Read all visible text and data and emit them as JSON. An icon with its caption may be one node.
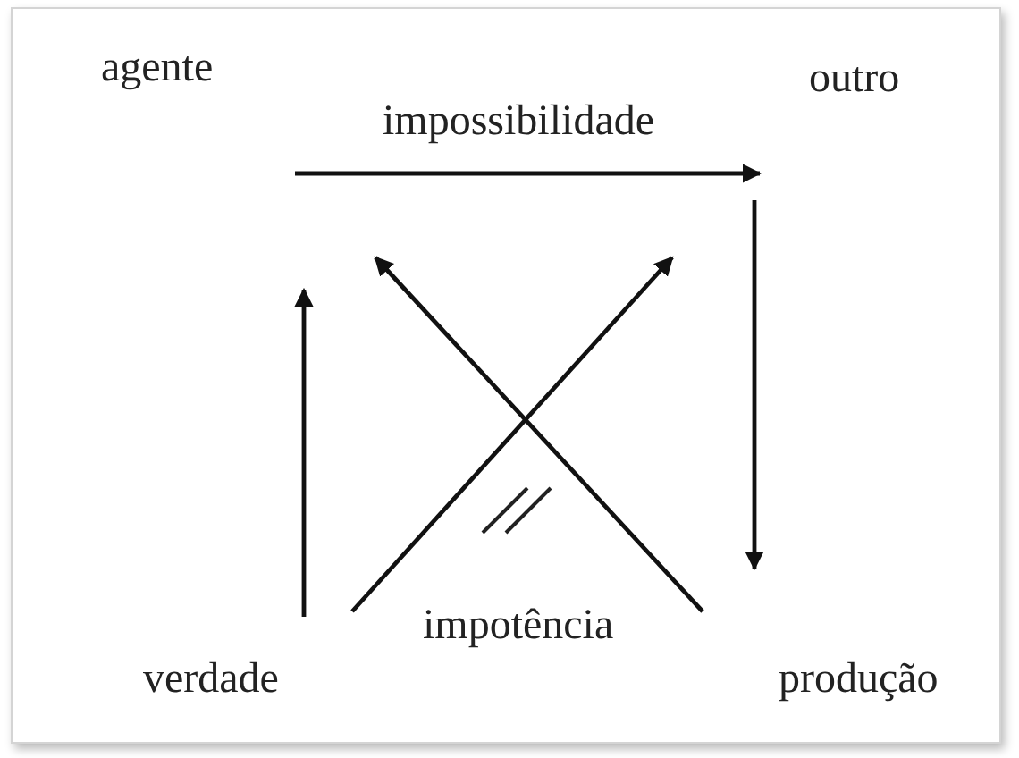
{
  "diagram": {
    "nodes": [
      {
        "text": [
          "agente"
        ]
      },
      {
        "text": [
          "outro"
        ]
      },
      {
        "text": [
          "verdade"
        ]
      },
      {
        "text": [
          "produção"
        ]
      }
    ],
    "edges": [
      {
        "from": 0,
        "to": 1,
        "arrow": "to",
        "label": "impossibilidade"
      },
      {
        "from": 2,
        "to": null,
        "arrow": "to"
      },
      {
        "from": 1,
        "to": 3,
        "arrow": "to"
      },
      {
        "from": 2,
        "to": null,
        "arrow": "to"
      },
      {
        "from": 3,
        "to": null,
        "arrow": "to"
      }
    ],
    "labels": [
      "impotência"
    ]
  }
}
